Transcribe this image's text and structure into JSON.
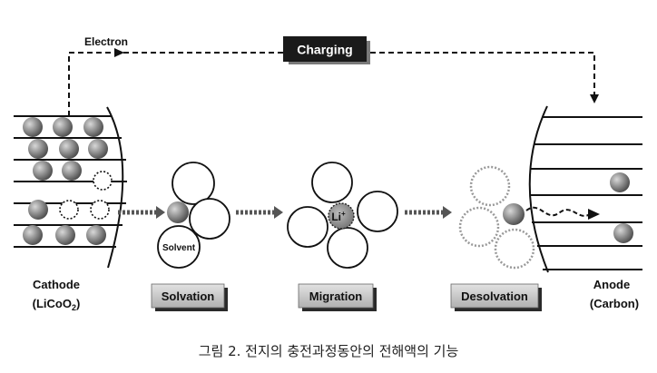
{
  "electron_label": "Electron",
  "charging_label": "Charging",
  "cathode": {
    "name": "Cathode",
    "formula_prefix": "(LiCoO",
    "formula_sub": "2",
    "formula_suffix": ")"
  },
  "anode": {
    "name": "Anode",
    "formula": "(Carbon)"
  },
  "steps": {
    "solvation": "Solvation",
    "migration": "Migration",
    "desolvation": "Desolvation"
  },
  "solvent_label": "Solvent",
  "li_ion_label": "Li",
  "li_ion_charge": "+",
  "caption": "그림 2. 전지의 충전과정동안의 전해액의 기능",
  "colors": {
    "box_fill": "#1a1a1a",
    "step_box_fill": "#c8c8c8",
    "ion_gray": "#8a8a8a"
  }
}
